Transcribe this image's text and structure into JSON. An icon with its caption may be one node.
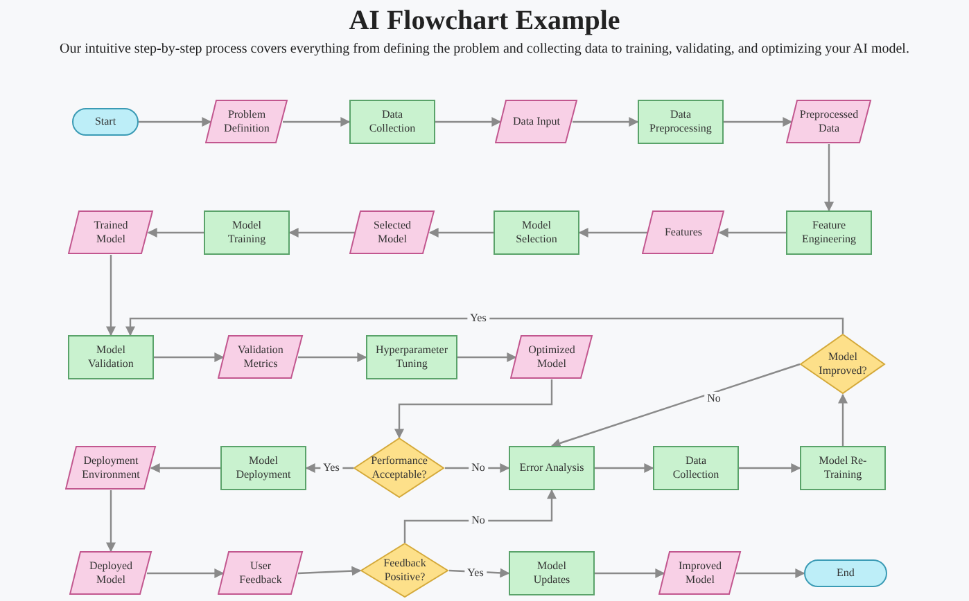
{
  "diagram": {
    "title": "AI Flowchart Example",
    "caption": "Our intuitive step-by-step process covers everything from defining the problem and collecting data to training, validating, and optimizing your AI model.",
    "nodes": [
      {
        "text": [
          "Start"
        ]
      },
      {
        "text": [
          "Problem Definition"
        ]
      },
      {
        "text": [
          "Data Collection"
        ]
      },
      {
        "text": [
          "Data Input"
        ]
      },
      {
        "text": [
          "Data Preprocessing"
        ]
      },
      {
        "text": [
          "Preprocessed Data"
        ]
      },
      {
        "text": [
          "Trained Model"
        ]
      },
      {
        "text": [
          "Model Training"
        ]
      },
      {
        "text": [
          "Selected Model"
        ]
      },
      {
        "text": [
          "Model Selection"
        ]
      },
      {
        "text": [
          "Features"
        ]
      },
      {
        "text": [
          "Feature Engineering"
        ]
      },
      {
        "text": [
          "Model Validation"
        ]
      },
      {
        "text": [
          "Validation Metrics"
        ]
      },
      {
        "text": [
          "Hyperparameter Tuning"
        ]
      },
      {
        "text": [
          "Optimized Model"
        ]
      },
      {
        "text": [
          "Model Improved?"
        ]
      },
      {
        "text": [
          "Deployment Environment"
        ]
      },
      {
        "text": [
          "Model Deployment"
        ]
      },
      {
        "text": [
          "Performance Acceptable?"
        ]
      },
      {
        "text": [
          "Error Analysis"
        ]
      },
      {
        "text": [
          "Data Collection"
        ]
      },
      {
        "text": [
          "Model Re-Training"
        ]
      },
      {
        "text": [
          "Deployed Model"
        ]
      },
      {
        "text": [
          "User Feedback"
        ]
      },
      {
        "text": [
          "Feedback Positive?"
        ]
      },
      {
        "text": [
          "Model Updates"
        ]
      },
      {
        "text": [
          "Improved Model"
        ]
      },
      {
        "text": [
          "End"
        ]
      }
    ],
    "edges": [
      {
        "from": 0,
        "to": 1,
        "arrow": "to"
      },
      {
        "from": 1,
        "to": 2,
        "arrow": "to"
      },
      {
        "from": 2,
        "to": 3,
        "arrow": "to"
      },
      {
        "from": 3,
        "to": 4,
        "arrow": "to"
      },
      {
        "from": 4,
        "to": 5,
        "arrow": "to"
      },
      {
        "from": 5,
        "to": 11,
        "arrow": "to"
      },
      {
        "from": 11,
        "to": 10,
        "arrow": "to"
      },
      {
        "from": 10,
        "to": 9,
        "arrow": "to"
      },
      {
        "from": 9,
        "to": 8,
        "arrow": "to"
      },
      {
        "from": 8,
        "to": 7,
        "arrow": "to"
      },
      {
        "from": 7,
        "to": 6,
        "arrow": "to"
      },
      {
        "from": 6,
        "to": 12,
        "arrow": "to"
      },
      {
        "from": 12,
        "to": 13,
        "arrow": "to"
      },
      {
        "from": 13,
        "to": 14,
        "arrow": "to"
      },
      {
        "from": 14,
        "to": 15,
        "arrow": "to"
      },
      {
        "from": 15,
        "to": 19,
        "arrow": "to"
      },
      {
        "from": 19,
        "to": 18,
        "label": "Yes",
        "arrow": "to"
      },
      {
        "from": 18,
        "to": 17,
        "arrow": "to"
      },
      {
        "from": 17,
        "to": 23,
        "arrow": "to"
      },
      {
        "from": 23,
        "to": 24,
        "arrow": "to"
      },
      {
        "from": 24,
        "to": 25,
        "arrow": "to"
      },
      {
        "from": 25,
        "to": 26,
        "label": "Yes",
        "arrow": "to"
      },
      {
        "from": 26,
        "to": 27,
        "arrow": "to"
      },
      {
        "from": 27,
        "to": 28,
        "arrow": "to"
      },
      {
        "from": 25,
        "to": 20,
        "label": "No",
        "arrow": "to"
      },
      {
        "from": 19,
        "to": 20,
        "label": "No",
        "arrow": "to"
      },
      {
        "from": 20,
        "to": 21,
        "arrow": "to"
      },
      {
        "from": 21,
        "to": 22,
        "arrow": "to"
      },
      {
        "from": 22,
        "to": 16,
        "arrow": "to"
      },
      {
        "from": 16,
        "to": 12,
        "label": "Yes",
        "arrow": "to"
      },
      {
        "from": 16,
        "to": 20,
        "label": "No",
        "arrow": "to"
      }
    ]
  }
}
